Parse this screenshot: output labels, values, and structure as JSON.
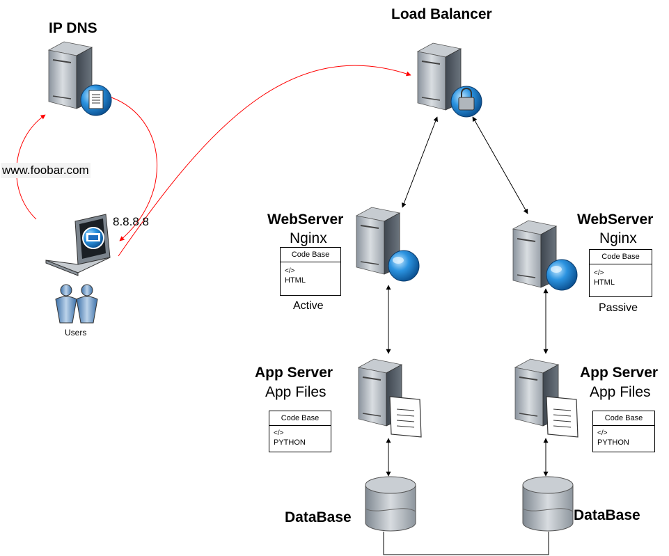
{
  "dns": {
    "title": "IP DNS"
  },
  "client": {
    "domain_query": "www.foobar.com",
    "ip_reply": "8.8.8.8",
    "users_label": "Users"
  },
  "load_balancer": {
    "title": "Load Balancer"
  },
  "web_left": {
    "title": "WebServer",
    "subtitle": "Nginx",
    "code_header": "Code Base",
    "code_tag": "</>",
    "code_lang": "HTML",
    "state": "Active"
  },
  "web_right": {
    "title": "WebServer",
    "subtitle": "Nginx",
    "code_header": "Code Base",
    "code_tag": "</>",
    "code_lang": "HTML",
    "state": "Passive"
  },
  "app_left": {
    "title": "App Server",
    "subtitle": "App Files",
    "code_header": "Code Base",
    "code_tag": "</>",
    "code_lang": "PYTHON"
  },
  "app_right": {
    "title": "App Server",
    "subtitle": "App Files",
    "code_header": "Code Base",
    "code_tag": "</>",
    "code_lang": "PYTHON"
  },
  "db_left": {
    "title": "DataBase"
  },
  "db_right": {
    "title": "DataBase"
  },
  "colors": {
    "dns_flow": "#ff0000",
    "connector": "#000000",
    "globe": "#1e88d8",
    "server_dark": "#5b6570"
  }
}
